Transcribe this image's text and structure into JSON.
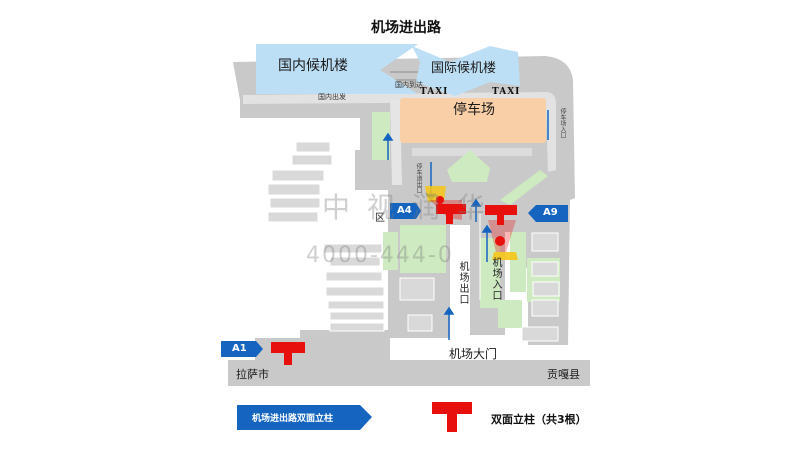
{
  "title": "机场进出路",
  "map": {
    "domestic_terminal": "国内候机楼",
    "international_terminal": "国际候机楼",
    "domestic_arrivals": "国内到达",
    "domestic_departures": "国内出发",
    "taxi_left": "TAXI",
    "taxi_right": "TAXI",
    "parking": "停车场",
    "parking_entrance": "停车场入口",
    "parking_lane": "停车道出口",
    "zone_label": "区",
    "exit_road": "机场出口",
    "entry_road": "机场入口",
    "airport_gate": "机场大门",
    "lhasa": "拉萨市",
    "gonggar": "贡嘎县"
  },
  "markers": {
    "a4": "A4",
    "a9": "A9",
    "a1": "A1"
  },
  "watermark": {
    "line1": "中 视 润 华",
    "line2": "4000-444-0"
  },
  "legend": {
    "arrow_label": "机场进出路双面立柱",
    "pillar_label": "双面立柱（共3根）"
  },
  "colors": {
    "road": "#c9c9c9",
    "building": "#d9d9d9",
    "terminal": "#bcdff5",
    "parking": "#f8cfa7",
    "green": "#cdeac0",
    "marker_blue": "#1565c0",
    "pillar_red": "#e8100c"
  }
}
